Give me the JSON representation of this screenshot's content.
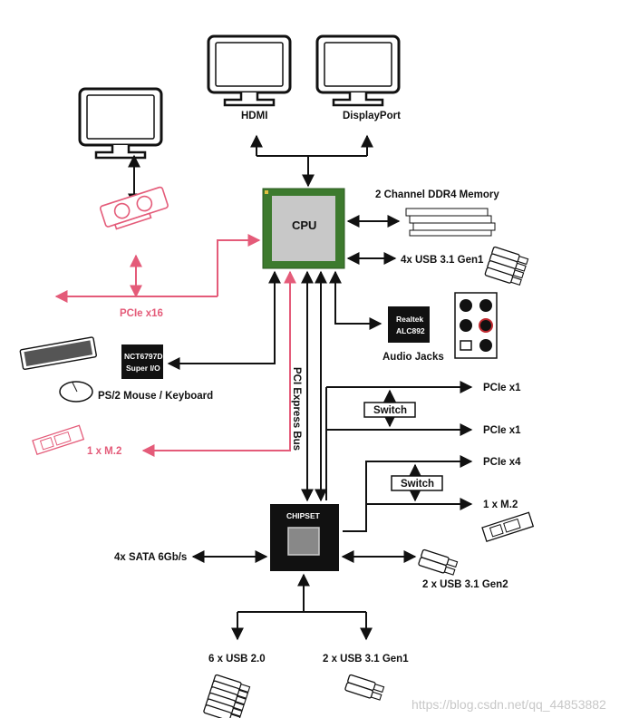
{
  "labels": {
    "hdmi": "HDMI",
    "displayport": "DisplayPort",
    "cpu": "CPU",
    "memory": "2 Channel DDR4 Memory",
    "usb31_gen1_cpu": "4x USB 3.1 Gen1",
    "pcie_x16": "PCIe x16",
    "realtek_line1": "Realtek",
    "realtek_line2": "ALC892",
    "audio_jacks": "Audio Jacks",
    "superio_line1": "NCT6797D",
    "superio_line2": "Super I/O",
    "ps2": "PS/2 Mouse / Keyboard",
    "pci_express_bus": "PCI Express Bus",
    "m2_cpu": "1 x M.2",
    "switch1": "Switch",
    "pcie_x1_a": "PCIe x1",
    "pcie_x1_b": "PCIe x1",
    "pcie_x4": "PCIe x4",
    "switch2": "Switch",
    "m2_chipset": "1 x M.2",
    "chipset": "CHIPSET",
    "sata": "4x SATA 6Gb/s",
    "usb31_gen2": "2 x USB 3.1 Gen2",
    "usb20": "6 x USB 2.0",
    "usb31_gen1_chipset": "2 x USB 3.1 Gen1",
    "watermark": "https://blog.csdn.net/qq_44853882"
  },
  "colors": {
    "line": "#111111",
    "pcie_red": "#e45b79",
    "cpu_green": "#3d7a2e",
    "cpu_inner": "#c8c8c8",
    "chipset_bg": "#111111"
  },
  "icons": [
    "monitor-icon",
    "graphics-card-icon",
    "memory-module-icon",
    "usb-stick-icon",
    "audio-jack-icon",
    "keyboard-icon",
    "mouse-icon",
    "m2-ssd-icon"
  ]
}
